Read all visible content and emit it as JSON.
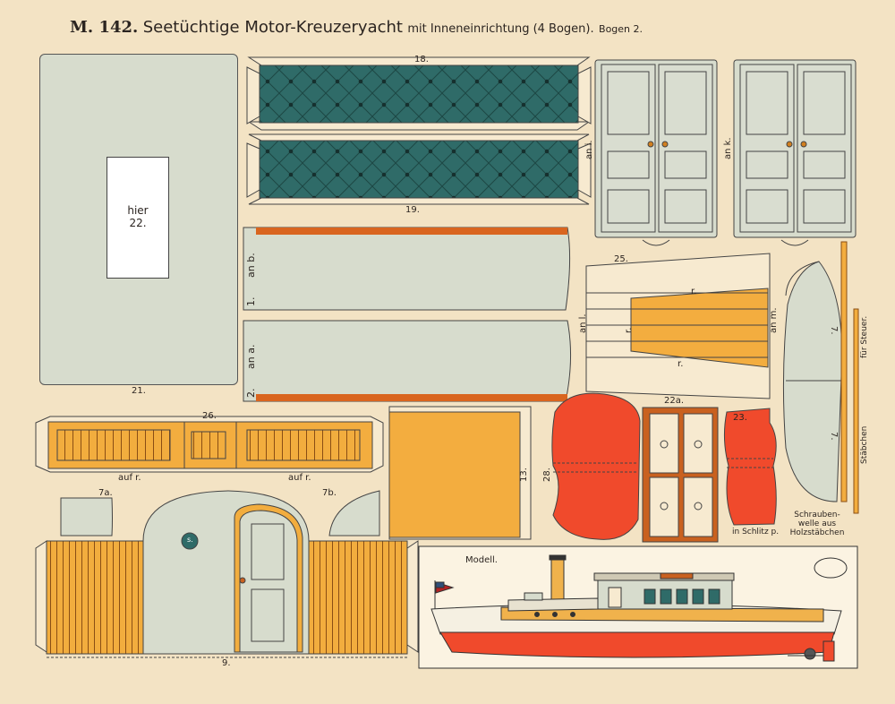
{
  "title": {
    "code": "M. 142.",
    "main": "Seetüchtige Motor-Kreuzeryacht",
    "sub": "mit Inneneinrichtung (4 Bogen).",
    "sheet": "Bogen 2."
  },
  "panel21": {
    "hier": "hier",
    "num": "22.",
    "label": "21."
  },
  "cushions": {
    "top_label": "18.",
    "bottom_label": "19."
  },
  "doors": {
    "left_label": "an i.",
    "right_label": "an k."
  },
  "wall1": {
    "side": "an b.",
    "num": "1."
  },
  "wall2": {
    "side": "an a.",
    "num": "2."
  },
  "part25": {
    "label": "25.",
    "left": "an l.",
    "right": "an m.",
    "r1": "r.",
    "r2": "r.",
    "r3": "r."
  },
  "hull7": {
    "top": "7.",
    "bottom": "7."
  },
  "sticks": {
    "steuer": "für Steuer.",
    "staebchen": "Stäbchen"
  },
  "part26": {
    "label": "26.",
    "auf1": "auf r.",
    "auf2": "auf r."
  },
  "part13": {
    "label": "13."
  },
  "part28": {
    "label": "28."
  },
  "part22a": {
    "label": "22a."
  },
  "part23": {
    "label": "23.",
    "schlitz": "in Schlitz p."
  },
  "screw": {
    "line1": "Schrauben-",
    "line2": "welle aus",
    "line3": "Holzstäbchen"
  },
  "part7a": {
    "label": "7a."
  },
  "part7b": {
    "label": "7b."
  },
  "wall9": {
    "label": "9.",
    "circle": "s."
  },
  "model": {
    "label": "Modell."
  },
  "colors": {
    "paper": "#f3e3c4",
    "teal": "#2f6b68",
    "orange": "#f3ad3f",
    "red": "#f04a2c",
    "brown": "#c9611f",
    "sage": "#d7dccd"
  }
}
